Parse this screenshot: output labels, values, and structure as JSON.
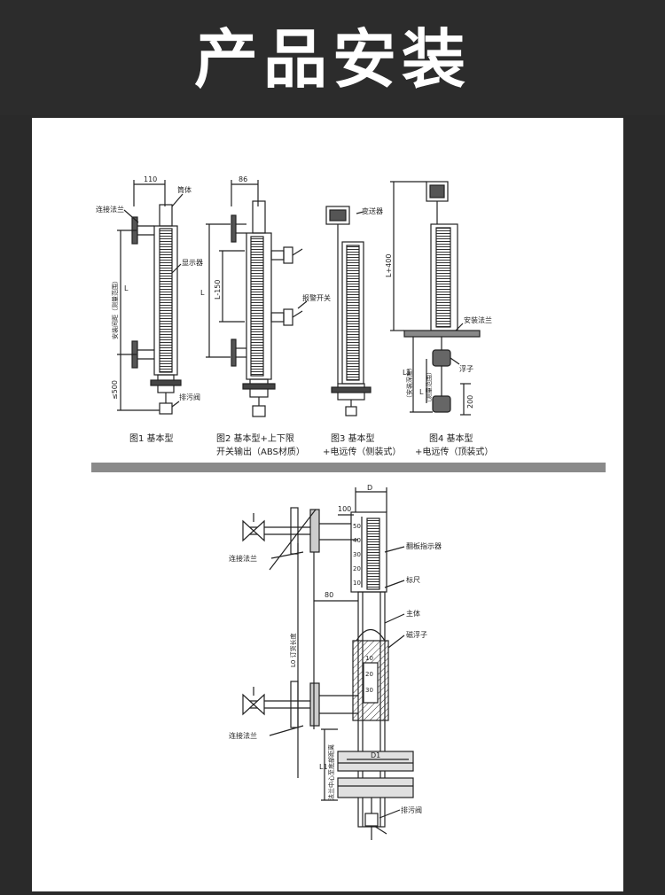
{
  "header": {
    "title": "产品安装"
  },
  "top_diagram": {
    "fig1": {
      "caption": "图1 基本型",
      "dim_width": "110",
      "dim_drain": "≤500",
      "dim_length": "L",
      "vertical_label": "安装间距（测量范围）",
      "labels": {
        "flange": "连接法兰",
        "body": "筒体",
        "indicator": "显示器",
        "drain": "排污阀"
      }
    },
    "fig2": {
      "caption_line1": "图2 基本型+上下限",
      "caption_line2": "开关输出（ABS材质）",
      "dim_width": "86",
      "dim_L": "L",
      "dim_L150": "L-150",
      "label_switch": "报警开关"
    },
    "fig3": {
      "caption_line1": "图3 基本型",
      "caption_line2": "+电远传（侧装式）",
      "label_transmitter": "变送器"
    },
    "fig4": {
      "caption_line1": "图4 基本型",
      "caption_line2": "+电远传（顶装式）",
      "dim_L400": "L+400",
      "dim_L": "L",
      "dim_L1": "L1",
      "dim_200": "200",
      "label_flange": "安装法兰",
      "label_float": "浮子",
      "v_label1": "（安装深度）",
      "v_label2": "（测量范围）"
    }
  },
  "bottom_diagram": {
    "dim_D": "D",
    "dim_100": "100",
    "dim_80": "80",
    "dim_D1": "D1",
    "dim_L1": "L1",
    "v_label_L0": "L0 订货长度",
    "v_label_L1": "法兰中心至底部距离",
    "scale_top": [
      "50",
      "40",
      "30",
      "20",
      "10"
    ],
    "scale_bottom": [
      "10",
      "20",
      "30"
    ],
    "labels": {
      "flap": "翻板指示器",
      "ruler": "标尺",
      "body": "主体",
      "float": "磁浮子",
      "flange_top": "连接法兰",
      "flange_bottom": "连接法兰",
      "drain": "排污阀"
    }
  }
}
